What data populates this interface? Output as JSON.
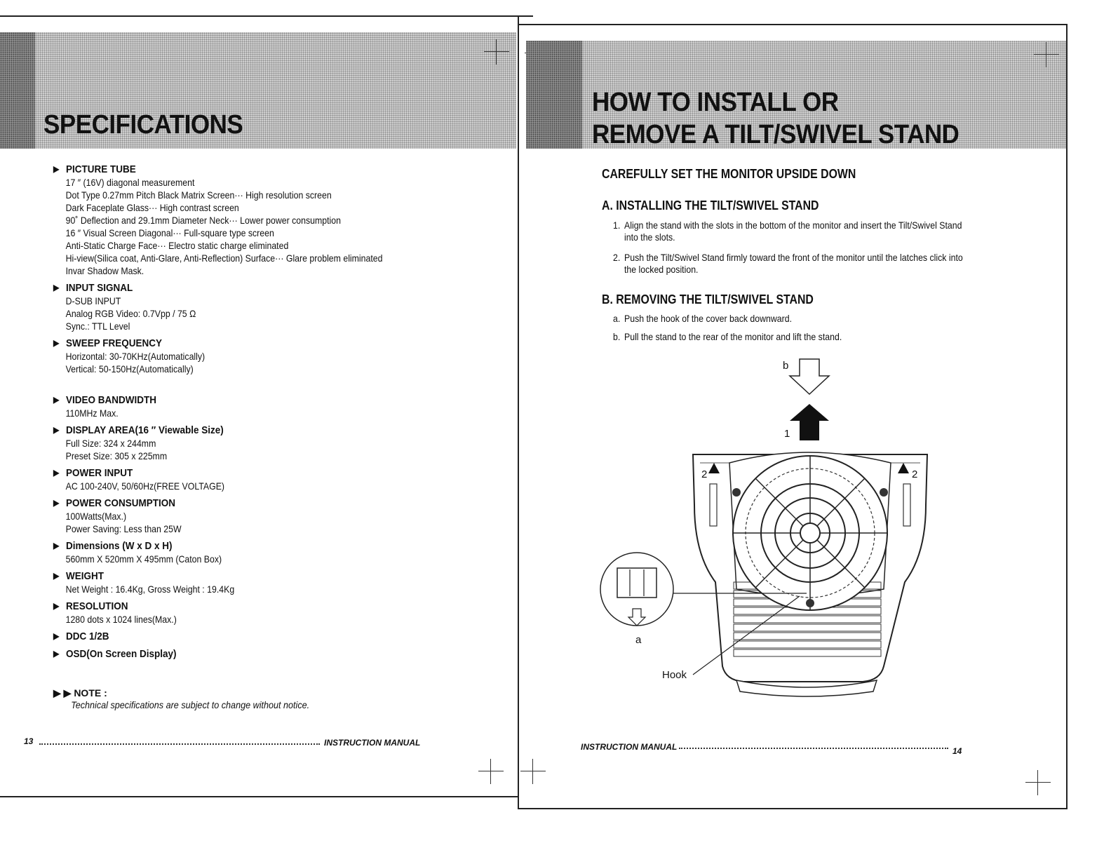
{
  "left_page": {
    "title": "SPECIFICATIONS",
    "specs": [
      {
        "head": "PICTURE TUBE",
        "lines": [
          "17 ″ (16V) diagonal measurement",
          "Dot Type 0.27mm Pitch Black Matrix Screen···  High resolution screen",
          "Dark Faceplate Glass···  High contrast screen",
          "90˚ Deflection and 29.1mm Diameter Neck···  Lower power consumption",
          "16 ″ Visual Screen Diagonal···  Full-square type screen",
          "Anti-Static Charge Face··· Electro static charge eliminated",
          "Hi-view(Silica coat, Anti-Glare, Anti-Reflection) Surface···  Glare problem eliminated",
          "Invar Shadow Mask."
        ]
      },
      {
        "head": "INPUT SIGNAL",
        "lines": [
          "D-SUB INPUT",
          "Analog RGB Video: 0.7Vpp / 75 Ω",
          "Sync.: TTL Level"
        ]
      },
      {
        "head": "SWEEP FREQUENCY",
        "lines": [
          "Horizontal: 30-70KHz(Automatically)",
          "Vertical: 50-150Hz(Automatically)"
        ]
      },
      {
        "head": "VIDEO BANDWIDTH",
        "lines": [
          "110MHz Max."
        ]
      },
      {
        "head": "DISPLAY AREA(16 ″ Viewable Size)",
        "lines": [
          "Full Size: 324 x 244mm",
          "Preset Size: 305 x 225mm"
        ]
      },
      {
        "head": "POWER INPUT",
        "lines": [
          "AC 100-240V, 50/60Hz(FREE VOLTAGE)"
        ]
      },
      {
        "head": "POWER CONSUMPTION",
        "lines": [
          "100Watts(Max.)",
          "Power Saving: Less than 25W"
        ]
      },
      {
        "head": "Dimensions (W x D x H)",
        "lines": [
          "560mm X 520mm X 495mm (Caton Box)"
        ]
      },
      {
        "head": "WEIGHT",
        "lines": [
          "Net Weight : 16.4Kg,   Gross Weight : 19.4Kg"
        ]
      },
      {
        "head": "RESOLUTION",
        "lines": [
          "1280 dots x 1024 lines(Max.)"
        ]
      },
      {
        "head": "DDC 1/2B",
        "lines": []
      },
      {
        "head": "OSD(On Screen Display)",
        "lines": []
      }
    ],
    "note_label": "▶ ▶ NOTE :",
    "note_text": "Technical specifications are subject to change without notice.",
    "page_number": "13",
    "footer_label": "INSTRUCTION  MANUAL"
  },
  "right_page": {
    "title_line1": "HOW TO INSTALL OR",
    "title_line2": "REMOVE A TILT/SWIVEL STAND",
    "subtitle": "CAREFULLY SET THE MONITOR UPSIDE DOWN",
    "section_a": {
      "heading": "A. INSTALLING THE TILT/SWIVEL STAND",
      "steps": [
        {
          "num": "1.",
          "text": "Align the stand with the slots in the bottom of the monitor and insert the Tilt/Swivel Stand into the slots."
        },
        {
          "num": "2.",
          "text": "Push the Tilt/Swivel Stand firmly toward the front of the monitor until the latches click into the locked position."
        }
      ]
    },
    "section_b": {
      "heading": "B. REMOVING THE TILT/SWIVEL STAND",
      "steps": [
        {
          "num": "a.",
          "text": "Push the hook of the cover back downward."
        },
        {
          "num": "b.",
          "text": "Pull the stand to the rear of the monitor and lift the stand."
        }
      ]
    },
    "diagram_labels": {
      "b": "b",
      "one": "1",
      "two_left": "2",
      "two_right": "2",
      "a": "a",
      "hook": "Hook"
    },
    "footer_label": "INSTRUCTION  MANUAL",
    "page_number": "14"
  }
}
